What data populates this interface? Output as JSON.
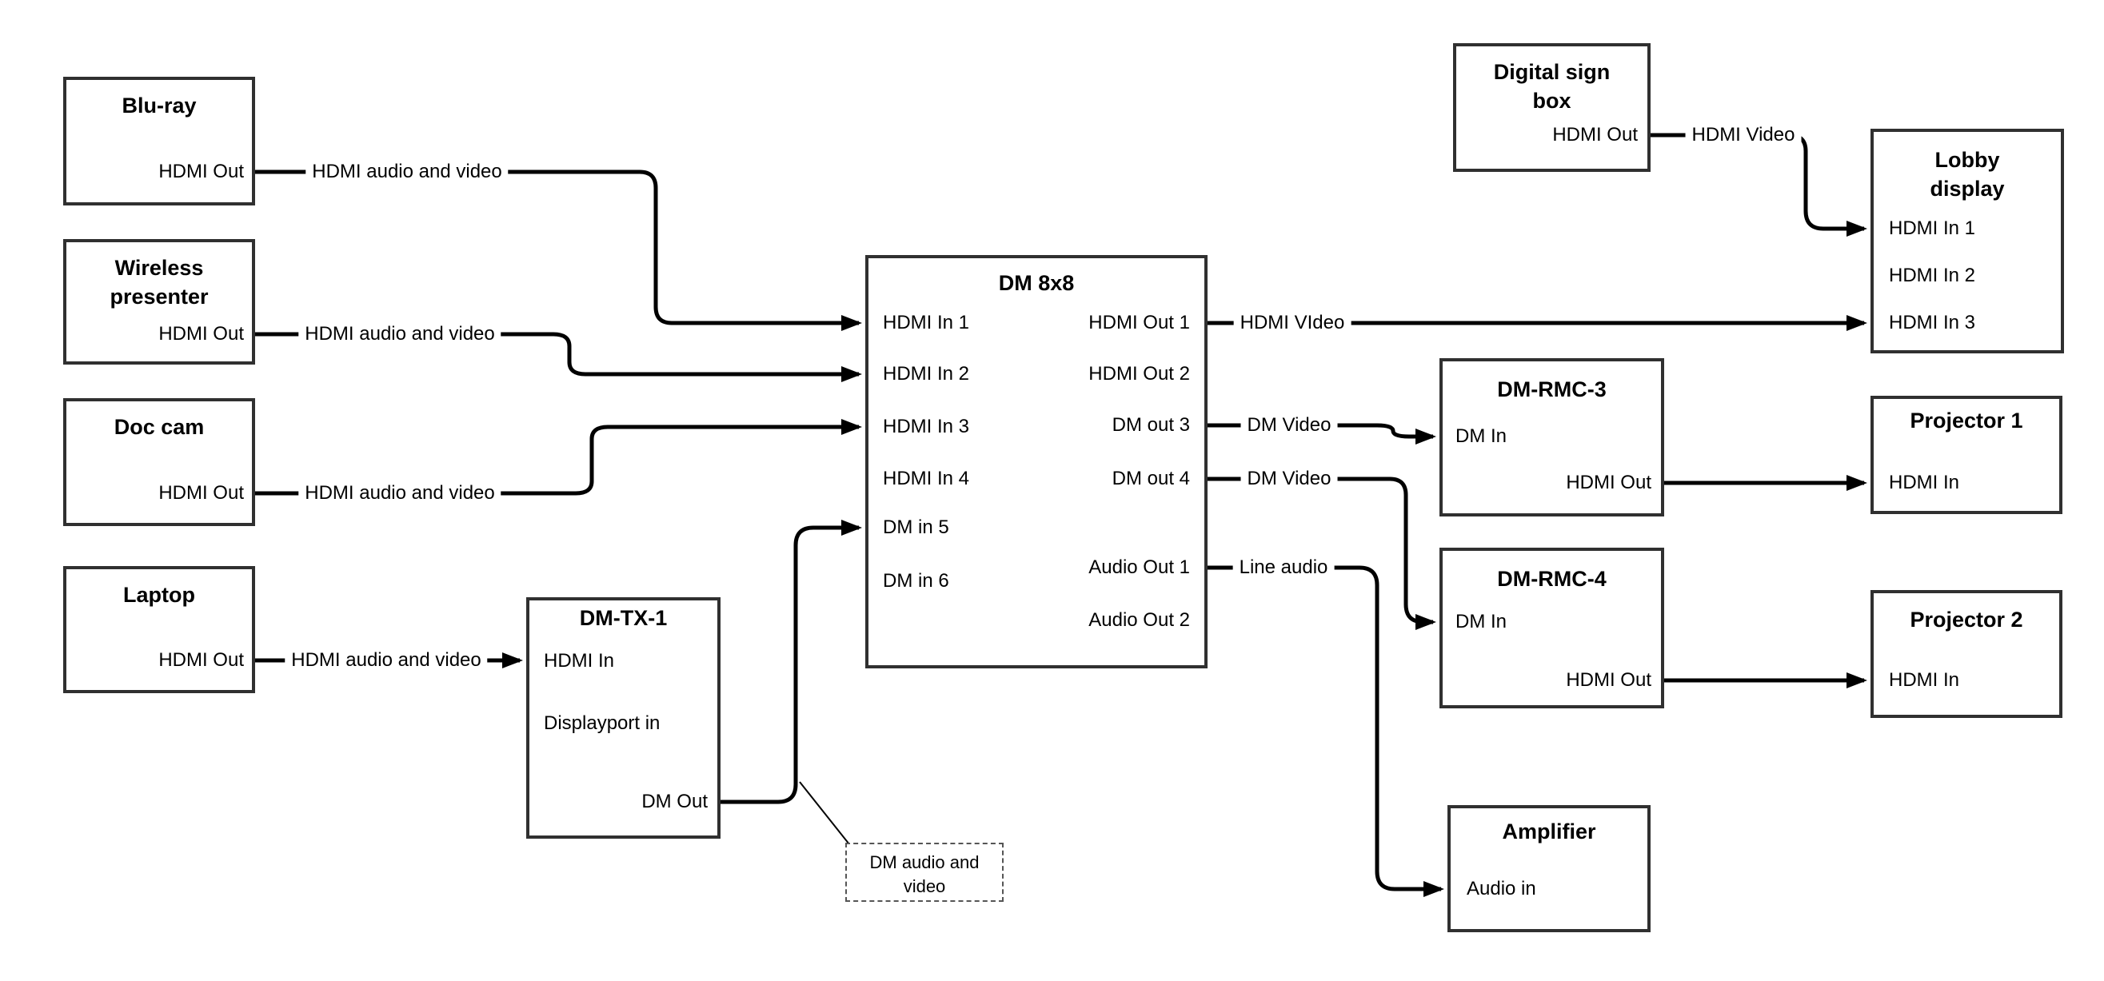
{
  "colors": {
    "background": "#ffffff",
    "wire": "#000000",
    "box_border": "#303030",
    "text": "#000000"
  },
  "nodes": {
    "bluray": {
      "title": "Blu-ray",
      "port_hdmi_out": "HDMI Out"
    },
    "wireless_presenter": {
      "title_line1": "Wireless",
      "title_line2": "presenter",
      "port_hdmi_out": "HDMI Out"
    },
    "doc_cam": {
      "title": "Doc cam",
      "port_hdmi_out": "HDMI Out"
    },
    "laptop": {
      "title": "Laptop",
      "port_hdmi_out": "HDMI Out"
    },
    "dm_tx_1": {
      "title": "DM-TX-1",
      "port_hdmi_in": "HDMI In",
      "port_displayport_in": "Displayport in",
      "port_dm_out": "DM Out"
    },
    "dm_8x8": {
      "title": "DM 8x8",
      "port_hdmi_in_1": "HDMI In 1",
      "port_hdmi_in_2": "HDMI In 2",
      "port_hdmi_in_3": "HDMI In 3",
      "port_hdmi_in_4": "HDMI In 4",
      "port_dm_in_5": "DM in 5",
      "port_dm_in_6": "DM in 6",
      "port_hdmi_out_1": "HDMI Out 1",
      "port_hdmi_out_2": "HDMI Out 2",
      "port_dm_out_3": "DM out 3",
      "port_dm_out_4": "DM out 4",
      "port_audio_out_1": "Audio Out 1",
      "port_audio_out_2": "Audio Out 2"
    },
    "digital_sign_box": {
      "title_line1": "Digital sign",
      "title_line2": "box",
      "port_hdmi_out": "HDMI Out"
    },
    "lobby_display": {
      "title_line1": "Lobby",
      "title_line2": "display",
      "port_hdmi_in_1": "HDMI In 1",
      "port_hdmi_in_2": "HDMI In 2",
      "port_hdmi_in_3": "HDMI In 3"
    },
    "dm_rmc_3": {
      "title": "DM-RMC-3",
      "port_dm_in": "DM In",
      "port_hdmi_out": "HDMI Out"
    },
    "projector_1": {
      "title": "Projector 1",
      "port_hdmi_in": "HDMI In"
    },
    "dm_rmc_4": {
      "title": "DM-RMC-4",
      "port_dm_in": "DM In",
      "port_hdmi_out": "HDMI Out"
    },
    "projector_2": {
      "title": "Projector 2",
      "port_hdmi_in": "HDMI In"
    },
    "amplifier": {
      "title": "Amplifier",
      "port_audio_in": "Audio in"
    }
  },
  "wire_labels": {
    "bluray_to_dm8x8": "HDMI audio and video",
    "wireless_to_dm8x8": "HDMI audio and video",
    "doccam_to_dm8x8": "HDMI audio and video",
    "laptop_to_dmtx1": "HDMI audio and video",
    "hdmi_out_1": "HDMI VIdeo",
    "dm_out_3": "DM Video",
    "dm_out_4": "DM Video",
    "audio_out_1": "Line audio",
    "digsign_to_lobby": "HDMI Video"
  },
  "note": {
    "line1": "DM audio and",
    "line2": "video"
  }
}
